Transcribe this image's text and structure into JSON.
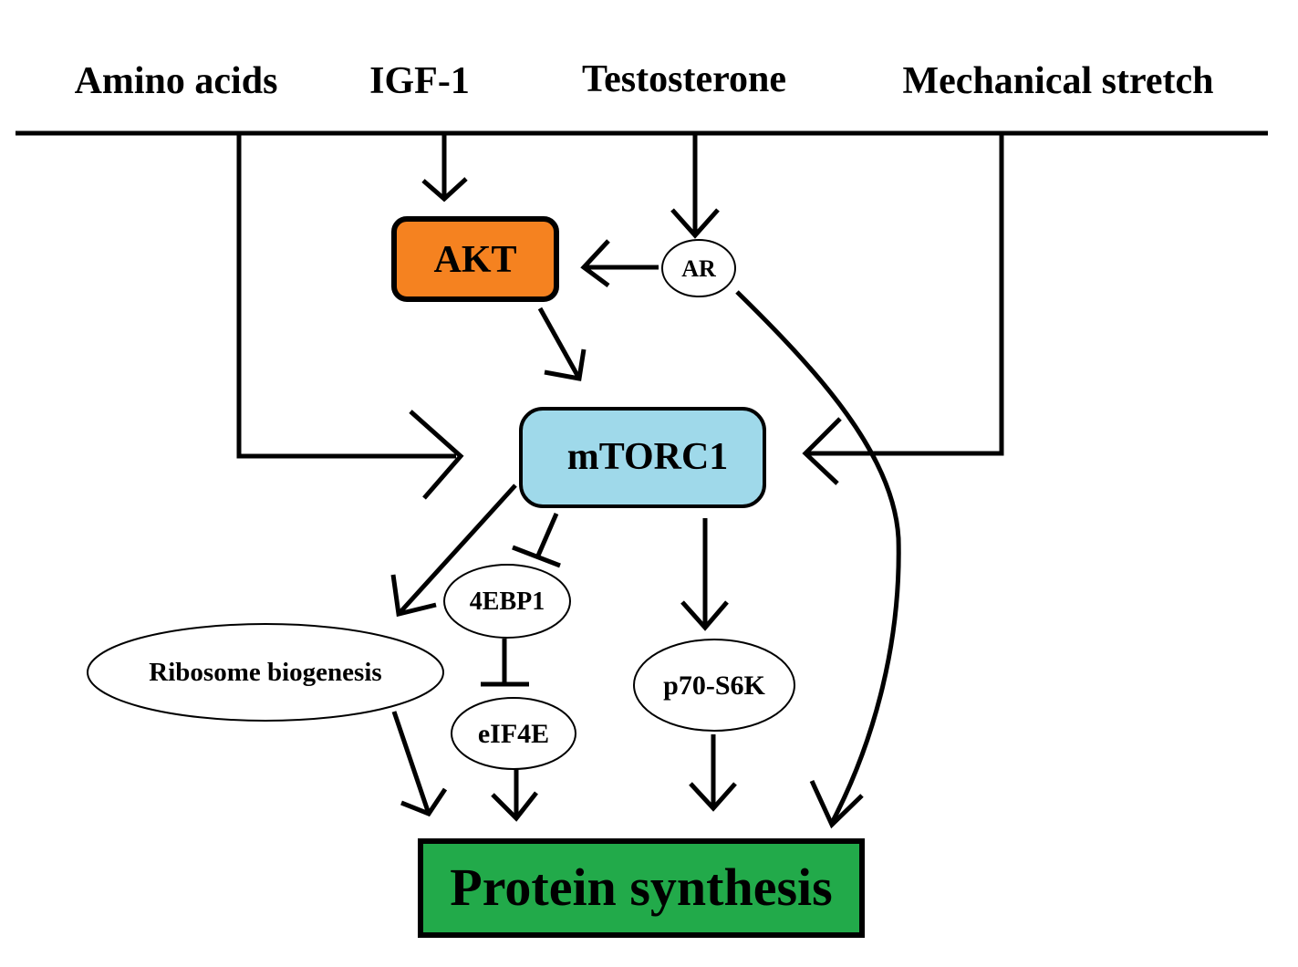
{
  "inputs": {
    "amino_acids": "Amino acids",
    "igf1": "IGF-1",
    "testosterone": "Testosterone",
    "mechanical_stretch": "Mechanical stretch"
  },
  "nodes": {
    "akt": "AKT",
    "ar": "AR",
    "mtorc1": "mTORC1",
    "ebp1": "4EBP1",
    "eif4e": "eIF4E",
    "p70s6k": "p70-S6K",
    "ribosome": "Ribosome biogenesis",
    "protein_synthesis": "Protein synthesis"
  },
  "colors": {
    "akt_fill": "#f58220",
    "mtorc1_fill": "#9fd9ea",
    "protein_synthesis_fill": "#22aa4a",
    "line": "#000000"
  }
}
